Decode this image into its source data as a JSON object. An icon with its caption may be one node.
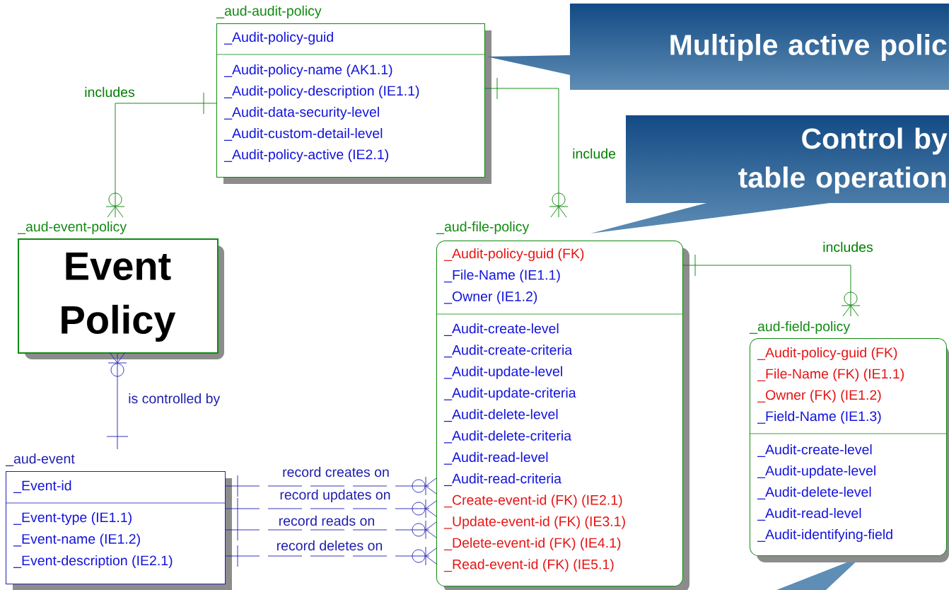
{
  "diagram": {
    "nodes": [
      {
        "text": [
          "_aud-audit-policy",
          "_Audit-policy-guid",
          "_Audit-policy-name (AK1.1)",
          "_Audit-policy-description (IE1.1)",
          "_Audit-data-security-level",
          "_Audit-custom-detail-level",
          "_Audit-policy-active (IE2.1)"
        ]
      },
      {
        "text": [
          "Multiple active polic"
        ]
      },
      {
        "text": [
          "Control by table operation"
        ]
      },
      {
        "text": [
          "_aud-event-policy",
          "Event Policy"
        ]
      },
      {
        "text": [
          "_aud-file-policy",
          "_Audit-policy-guid (FK)",
          "_File-Name (IE1.1)",
          "_Owner (IE1.2)",
          "_Audit-create-level",
          "_Audit-create-criteria",
          "_Audit-update-level",
          "_Audit-update-criteria",
          "_Audit-delete-level",
          "_Audit-delete-criteria",
          "_Audit-read-level",
          "_Audit-read-criteria",
          "_Create-event-id (FK) (IE2.1)",
          "_Update-event-id (FK) (IE3.1)",
          "_Delete-event-id (FK) (IE4.1)",
          "_Read-event-id (FK) (IE5.1)"
        ]
      },
      {
        "text": [
          "_aud-field-policy",
          "_Audit-policy-guid (FK)",
          "_File-Name (FK) (IE1.1)",
          "_Owner (FK) (IE1.2)",
          "_Field-Name (IE1.3)",
          "_Audit-create-level",
          "_Audit-update-level",
          "_Audit-delete-level",
          "_Audit-read-level",
          "_Audit-identifying-field"
        ]
      },
      {
        "text": [
          "_aud-event",
          "_Event-id",
          "_Event-type (IE1.1)",
          "_Event-name (IE1.2)",
          "_Event-description (IE2.1)"
        ]
      }
    ],
    "edges": [
      {
        "from": 0,
        "to": 3,
        "arrow": "other",
        "label": "includes",
        "color": "#008000"
      },
      {
        "from": 0,
        "to": 4,
        "arrow": "other",
        "label": "include",
        "color": "#008000"
      },
      {
        "from": 4,
        "to": 5,
        "arrow": "other",
        "label": "includes",
        "color": "#008000"
      },
      {
        "from": 6,
        "to": 3,
        "arrow": "other",
        "label": "is controlled by"
      },
      {
        "from": 6,
        "to": 4,
        "arrow": "other",
        "label": "record creates on",
        "style": "dashed"
      },
      {
        "from": 6,
        "to": 4,
        "arrow": "other",
        "label": "record updates on",
        "style": "dashed"
      },
      {
        "from": 6,
        "to": 4,
        "arrow": "other",
        "label": "record reads on",
        "style": "dashed"
      },
      {
        "from": 6,
        "to": 4,
        "arrow": "other",
        "label": "record deletes on",
        "style": "dashed"
      }
    ]
  }
}
